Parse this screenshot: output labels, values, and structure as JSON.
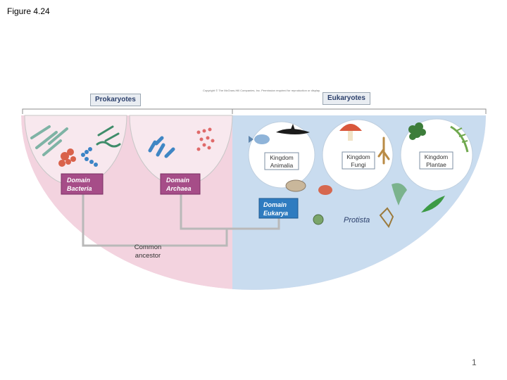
{
  "figure_title": "Figure 4.24",
  "page_number": "1",
  "copyright": "Copyright © The McGraw-Hill Companies, Inc. Permission required for reproduction or display.",
  "headers": {
    "prokaryotes": "Prokaryotes",
    "eukaryotes": "Eukaryotes"
  },
  "domains": {
    "bacteria": [
      "Domain",
      "Bacteria"
    ],
    "archaea": [
      "Domain",
      "Archaea"
    ],
    "eukarya": [
      "Domain",
      "Eukarya"
    ]
  },
  "kingdoms": {
    "animalia": [
      "Kingdom",
      "Animalia"
    ],
    "fungi": [
      "Kingdom",
      "Fungi"
    ],
    "plantae": [
      "Kingdom",
      "Plantae"
    ]
  },
  "protista": "Protista",
  "common_ancestor": [
    "Common",
    "ancestor"
  ],
  "colors": {
    "pink_region": "#f3d3df",
    "blue_region": "#c9dcef",
    "domain_box": "#a64d88",
    "eukarya_box": "#2f7cc0",
    "connector": "#b9b9b9"
  }
}
